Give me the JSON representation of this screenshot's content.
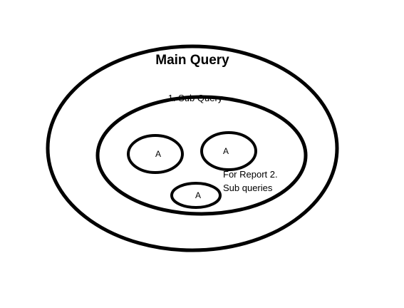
{
  "diagram": {
    "main_query": {
      "label": "Main Query"
    },
    "sub_query": {
      "label": "1. Sub Query"
    },
    "nested": [
      {
        "label": "A"
      },
      {
        "label": "A"
      },
      {
        "label": "A"
      }
    ],
    "note": {
      "line1": "For Report 2.",
      "line2": "Sub queries"
    },
    "colors": {
      "stroke": "#000000",
      "background": "#ffffff"
    }
  }
}
